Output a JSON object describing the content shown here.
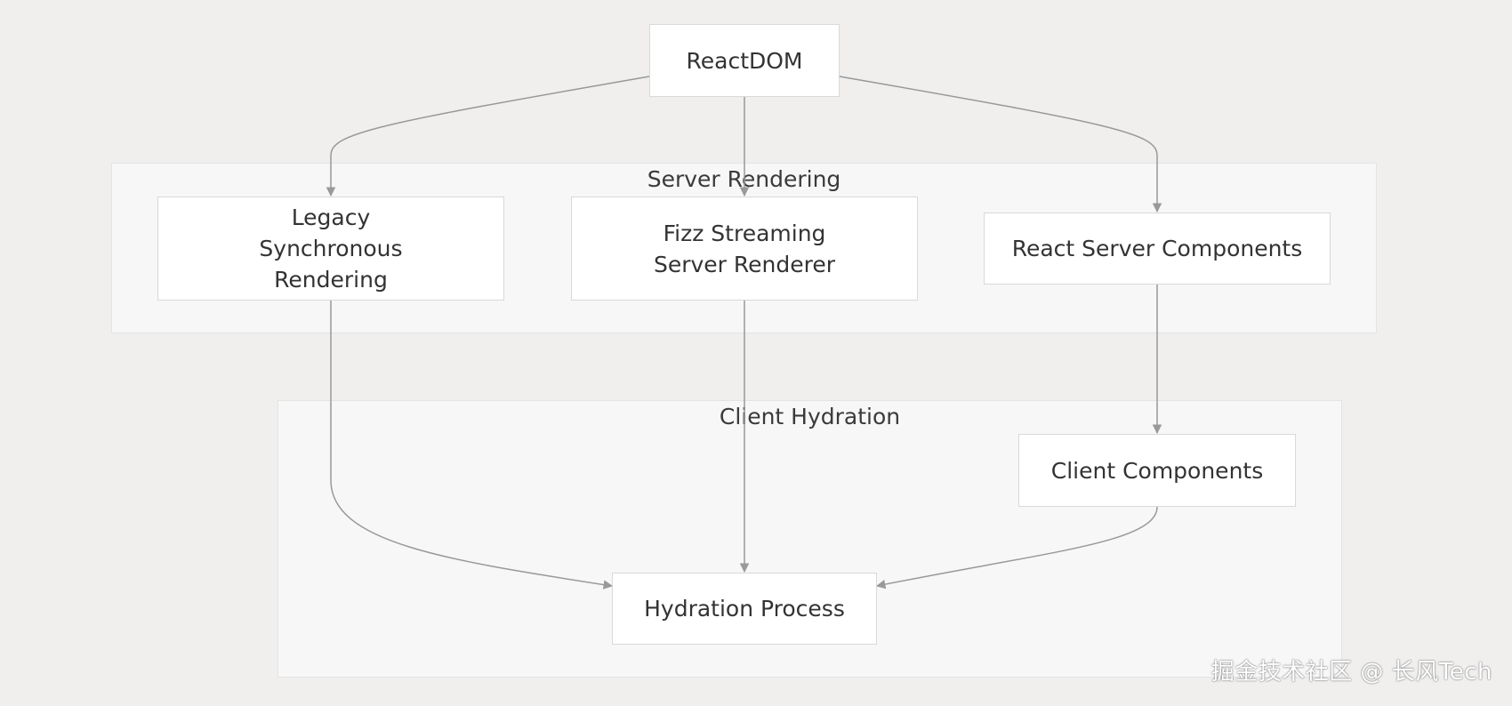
{
  "diagram": {
    "clusters": {
      "server": {
        "label": "Server Rendering"
      },
      "client": {
        "label": "Client Hydration"
      }
    },
    "nodes": {
      "reactdom": {
        "label": "ReactDOM"
      },
      "legacy": {
        "label": "Legacy Synchronous Rendering"
      },
      "fizz": {
        "label": "Fizz Streaming Server Renderer"
      },
      "rsc": {
        "label": "React Server Components"
      },
      "client_components": {
        "label": "Client Components"
      },
      "hydration": {
        "label": "Hydration Process"
      }
    },
    "edges": [
      {
        "from": "ReactDOM",
        "to": "Legacy Synchronous Rendering"
      },
      {
        "from": "ReactDOM",
        "to": "Fizz Streaming Server Renderer"
      },
      {
        "from": "ReactDOM",
        "to": "React Server Components"
      },
      {
        "from": "Legacy Synchronous Rendering",
        "to": "Hydration Process"
      },
      {
        "from": "Fizz Streaming Server Renderer",
        "to": "Hydration Process"
      },
      {
        "from": "React Server Components",
        "to": "Client Components"
      },
      {
        "from": "Client Components",
        "to": "Hydration Process"
      }
    ],
    "colors": {
      "edge": "#999999",
      "background": "#f0efee",
      "node_fill": "#ffffff",
      "cluster_fill": "#f7f7f7"
    }
  },
  "watermark": "掘金技术社区 @ 长风Tech"
}
